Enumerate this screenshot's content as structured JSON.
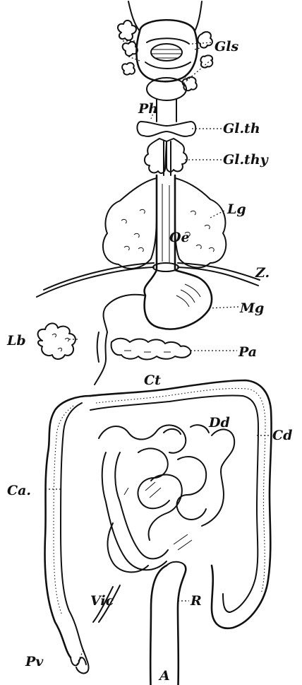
{
  "labels": {
    "gls": "Gls",
    "ph": "Ph",
    "glth": "Gl.th",
    "glthy": "Gl.thy",
    "lg": "Lg",
    "oe": "Oe",
    "z": "Z.",
    "mg": "Mg",
    "lb": "Lb",
    "pa": "Pa",
    "ct": "Ct",
    "dd": "Dd",
    "cd": "Cd",
    "ca": "Ca.",
    "vic": "Vic",
    "r": "R",
    "pv": "Pv",
    "a": "A"
  },
  "colors": {
    "ink": "#111111",
    "paper": "#ffffff"
  }
}
